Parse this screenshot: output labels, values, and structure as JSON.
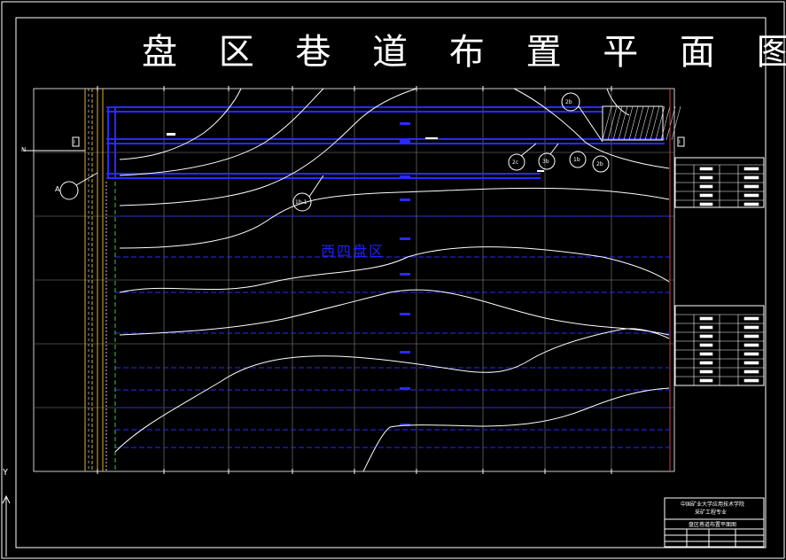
{
  "drawing": {
    "title": "盘 区 巷 道 布 置 平 面 图",
    "district_label": "西四盘区",
    "marker_a": "A",
    "marker_n": "N",
    "section_mark_left": "I",
    "section_mark_right": "I",
    "callouts": [
      "1b-1",
      "2c",
      "3b",
      "1b",
      "2b",
      "2b"
    ],
    "ucs_y": "Y"
  },
  "title_block": {
    "school": "中国矿业大学应用技术学院",
    "major": "采矿工程专业",
    "drawing_name": "盘区巷道布置平面图"
  },
  "colors": {
    "background": "#000000",
    "line_white": "#ffffff",
    "roadway_blue": "#2a2aff",
    "shaft_yellow": "#e0b030",
    "boundary_green": "#33cc33"
  }
}
